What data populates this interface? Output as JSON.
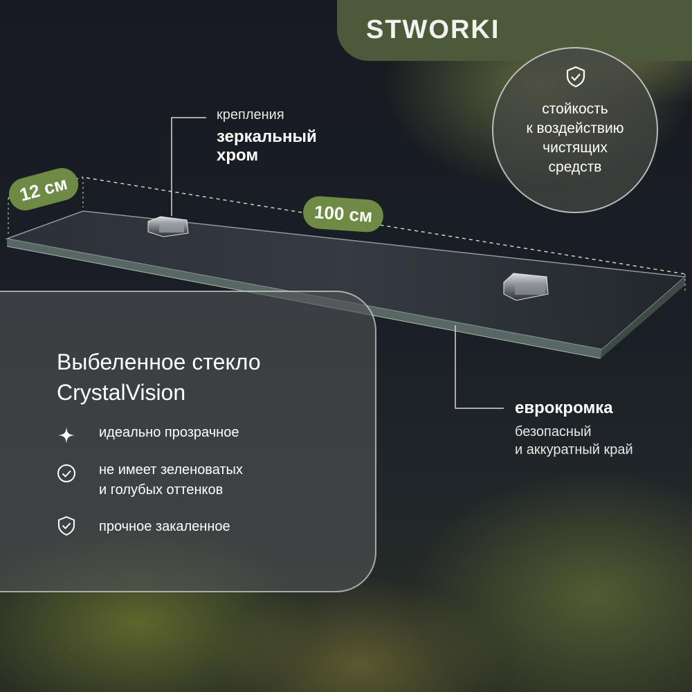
{
  "brand": {
    "logo_text": "STWORKI"
  },
  "dimensions": {
    "depth_label": "12 см",
    "length_label": "100 см"
  },
  "mounts": {
    "caption": "крепления",
    "title_line1": "зеркальный",
    "title_line2": "хром"
  },
  "resistance": {
    "line1": "стойкость",
    "line2": "к воздействию",
    "line3": "чистящих",
    "line4": "средств",
    "icon": "shield-check-icon"
  },
  "edge": {
    "title": "еврокромка",
    "line1": "безопасный",
    "line2": "и аккуратный край"
  },
  "glass": {
    "title_line1": "Выбеленное стекло",
    "title_line2": "CrystalVision",
    "features": [
      {
        "icon": "sparkle-icon",
        "line1": "идеально прозрачное",
        "line2": ""
      },
      {
        "icon": "check-circle-icon",
        "line1": "не имеет зеленоватых",
        "line2": "и голубых оттенков"
      },
      {
        "icon": "shield-check-icon",
        "line1": "прочное закаленное",
        "line2": ""
      }
    ]
  },
  "colors": {
    "accent_green": "#6f8a45",
    "logo_plate": "#4c5a3a"
  }
}
